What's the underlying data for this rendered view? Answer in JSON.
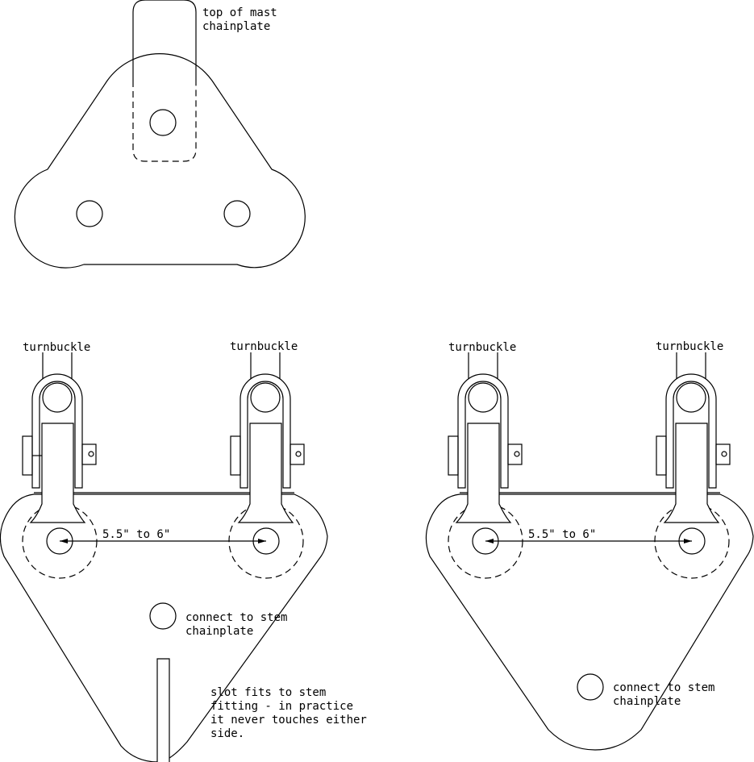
{
  "top_plate": {
    "label_line1": "top of mast",
    "label_line2": "chainplate"
  },
  "left_plate": {
    "turnbuckle_left": "turnbuckle",
    "turnbuckle_right": "turnbuckle",
    "dimension": "5.5\" to 6\"",
    "connect_line1": "connect to stem",
    "connect_line2": "chainplate",
    "slot_note_line1": "slot fits to stem",
    "slot_note_line2": "fitting - in practice",
    "slot_note_line3": "it never touches either",
    "slot_note_line4": "side."
  },
  "right_plate": {
    "turnbuckle_left": "turnbuckle",
    "turnbuckle_right": "turnbuckle",
    "dimension": "5.5\" to 6\"",
    "connect_line1": "connect to stem",
    "connect_line2": "chainplate"
  }
}
